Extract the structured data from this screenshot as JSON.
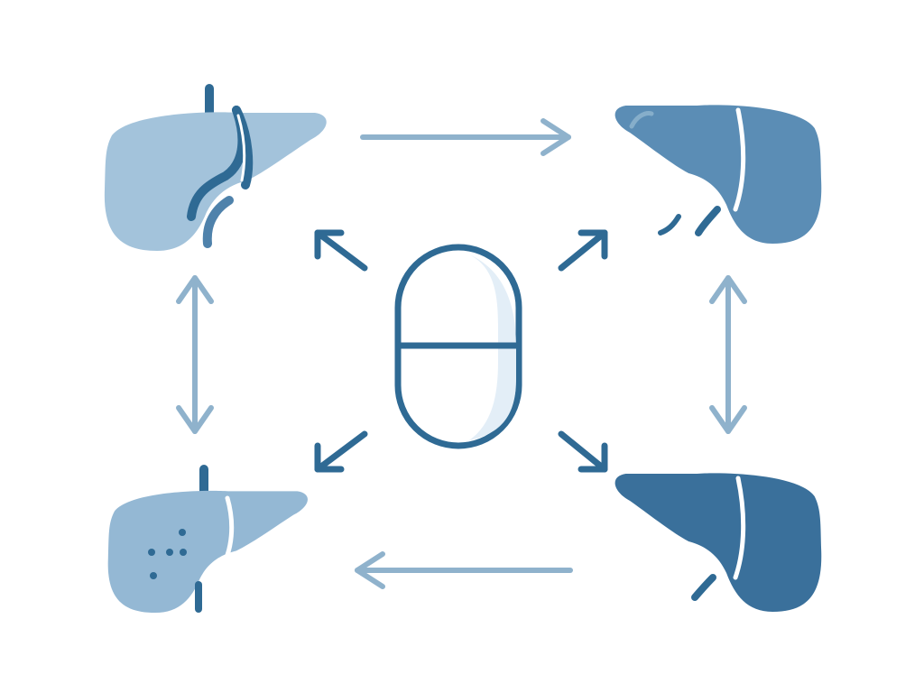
{
  "diagram": {
    "nodes": [
      {
        "id": "liver-top-left",
        "icon": "liver-with-vessels-icon",
        "fill": "#a3c3db"
      },
      {
        "id": "liver-top-right",
        "icon": "liver-icon",
        "fill": "#5b8db5"
      },
      {
        "id": "liver-bottom-left",
        "icon": "liver-spotted-icon",
        "fill": "#94b8d4"
      },
      {
        "id": "liver-bottom-right",
        "icon": "liver-icon",
        "fill": "#3a709b"
      },
      {
        "id": "center-pill",
        "icon": "capsule-pill-icon",
        "fill": "#ffffff"
      }
    ],
    "edges": [
      {
        "from": "liver-top-left",
        "to": "liver-top-right",
        "style": "single"
      },
      {
        "from": "liver-bottom-right",
        "to": "liver-bottom-left",
        "style": "single"
      },
      {
        "from": "liver-top-left",
        "to": "liver-bottom-left",
        "style": "double"
      },
      {
        "from": "liver-top-right",
        "to": "liver-bottom-right",
        "style": "double"
      },
      {
        "from": "center-pill",
        "to": "liver-top-left",
        "style": "single"
      },
      {
        "from": "center-pill",
        "to": "liver-top-right",
        "style": "single"
      },
      {
        "from": "center-pill",
        "to": "liver-bottom-left",
        "style": "single"
      },
      {
        "from": "center-pill",
        "to": "liver-bottom-right",
        "style": "single"
      }
    ]
  },
  "colors": {
    "dark_stroke": "#2f6a94",
    "light_arrow": "#8fb2cc",
    "pill_shade": "#e3eef7"
  }
}
